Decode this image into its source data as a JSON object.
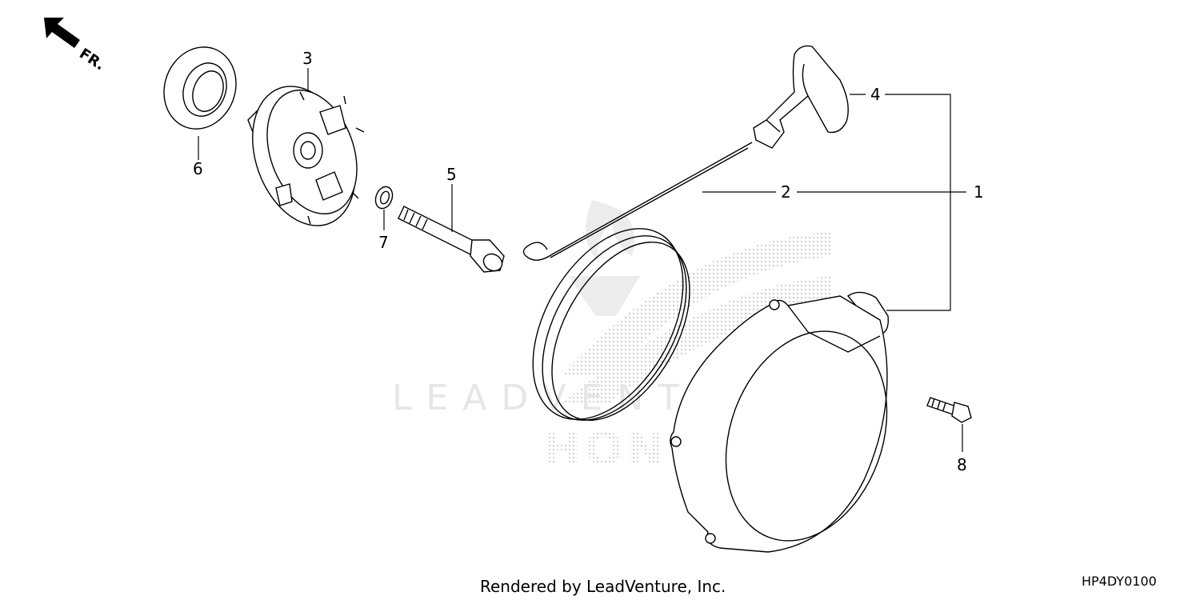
{
  "orientation": {
    "label": "FR."
  },
  "callouts": [
    {
      "id": "1",
      "label": "1"
    },
    {
      "id": "2",
      "label": "2"
    },
    {
      "id": "3",
      "label": "3"
    },
    {
      "id": "4",
      "label": "4"
    },
    {
      "id": "5",
      "label": "5"
    },
    {
      "id": "6",
      "label": "6"
    },
    {
      "id": "7",
      "label": "7"
    },
    {
      "id": "8",
      "label": "8"
    }
  ],
  "watermark": {
    "line1": "LEADVENTURE",
    "line2": "HONDA"
  },
  "footer": {
    "credit": "Rendered by LeadVenture, Inc.",
    "diagram_code": "HP4DY0100"
  }
}
